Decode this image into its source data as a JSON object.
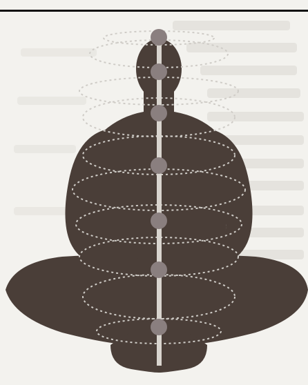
{
  "figure": {
    "subject": "seated-meditating-figure-with-chakras",
    "chakras": [
      {
        "name": "crown"
      },
      {
        "name": "third-eye"
      },
      {
        "name": "throat"
      },
      {
        "name": "heart"
      },
      {
        "name": "solar-plexus"
      },
      {
        "name": "sacral"
      },
      {
        "name": "root"
      }
    ]
  },
  "colors": {
    "paper": "#f3f2ee",
    "silhouette": "#4a3e38",
    "spine": "#d9d5cf",
    "chakra_dot": "#8a7f7f",
    "energy_ring": "#cfccc7",
    "show_through_text": "#d8d6d0"
  }
}
